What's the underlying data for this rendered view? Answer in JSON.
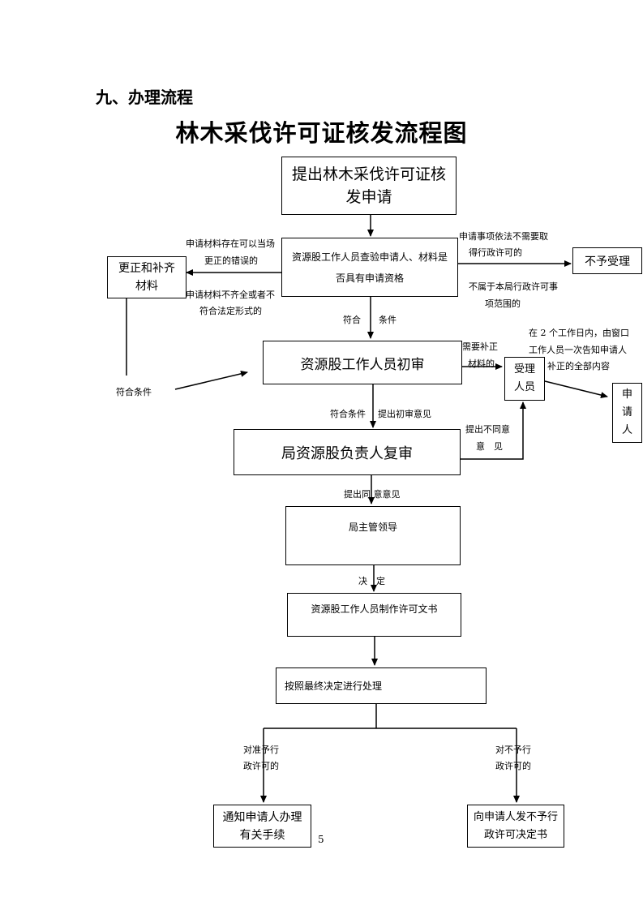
{
  "section_heading": "九、办理流程",
  "title": "林木采伐许可证核发流程图",
  "nodes": {
    "apply": "提出林木采伐许可证核发申请",
    "check": "资源股工作人员查验申请人、材料是否具有申请资格",
    "correct": "更正和补齐材料",
    "reject": "不予受理",
    "initial_review": "资源股工作人员初审",
    "accept_staff": "受理人员",
    "applicant": "申请人",
    "second_review": "局资源股负责人复审",
    "leader": "局主管领导",
    "make_doc": "资源股工作人员制作许可文书",
    "final": "按照最终决定进行处理",
    "notify": "通知申请人办理有关手续",
    "deny_doc": "向申请人发不予行政许可决定书"
  },
  "edge_labels": {
    "correctable_1": "申请材料存在可以当场",
    "correctable_2": "更正的错误的",
    "incomplete_1": "申请材料不齐全或者不",
    "incomplete_2": "符合法定形式的",
    "not_needed_1": "申请事项依法不需要取",
    "not_needed_2": "得行政许可的",
    "out_of_scope_1": "不属于本局行政许可事",
    "out_of_scope_2": "项范围的",
    "qualified_a": "符合",
    "qualified_b": "条件",
    "qualified_left": "符合条件",
    "need_supplement_1": "需要补正",
    "need_supplement_2": "材料的",
    "notify_once_1": "在 2 个工作日内，由窗口",
    "notify_once_2": "工作人员一次告知申请人",
    "notify_once_3": "补正的全部内容",
    "qualified_c": "符合条件",
    "initial_opinion": "提出初审意见",
    "disagree_1": "提出不同意",
    "disagree_2": "意　见",
    "agree_opinion": "提出同 意意见",
    "decision": "决　定",
    "grant_1": "对准予行",
    "grant_2": "政许可的",
    "deny_1": "对不予行",
    "deny_2": "政许可的"
  },
  "page_number": "5"
}
